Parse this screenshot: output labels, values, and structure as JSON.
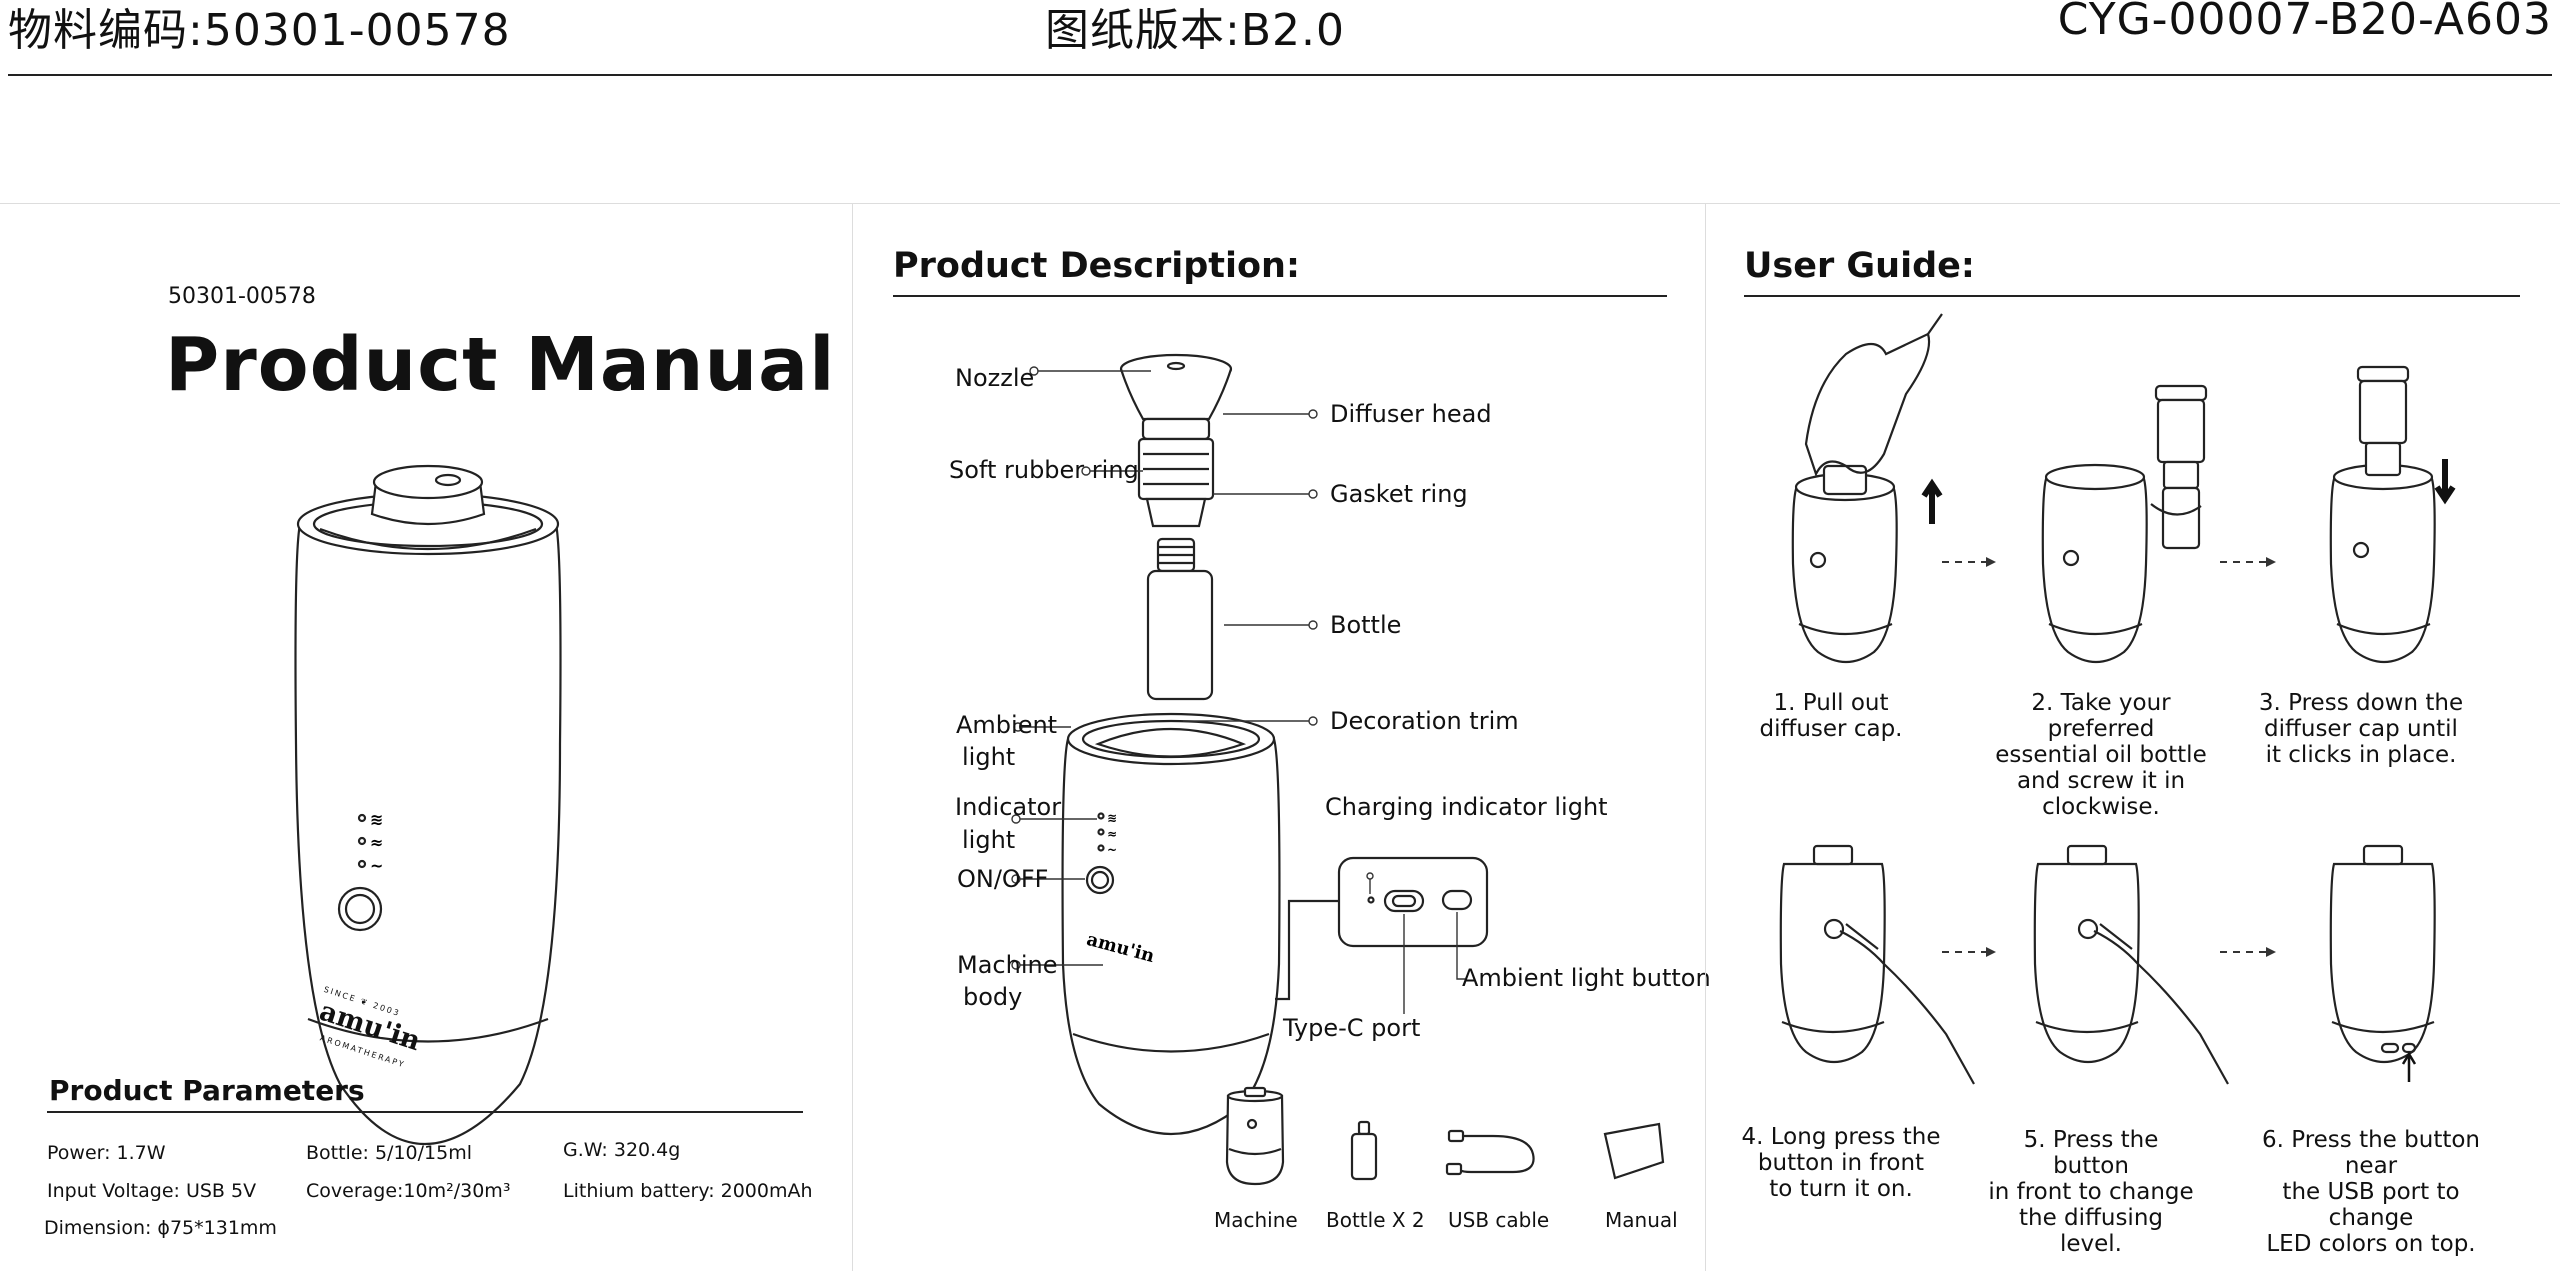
{
  "header": {
    "material_code": "物料编码:50301-00578",
    "drawing_version": "图纸版本:B2.0",
    "doc_code": "CYG-00007-B20-A603"
  },
  "cover": {
    "part_number": "50301-00578",
    "title": "Product Manual",
    "brand": {
      "since": "SINCE",
      "year": "2003",
      "name": "amu'in",
      "tagline": "AROMATHERAPY"
    }
  },
  "parameters": {
    "title": "Product Parameters",
    "power": "Power:  1.7W",
    "bottle": "Bottle: 5/10/15ml",
    "gw": "G.W: 320.4g",
    "input_voltage": "Input Voltage: USB 5V",
    "coverage": "Coverage:10m²/30m³",
    "battery": "Lithium battery: 2000mAh",
    "dimension": "Dimension: ϕ75*131mm"
  },
  "description": {
    "title": "Product Description:",
    "labels": {
      "nozzle": "Nozzle",
      "diffuser_head": "Diffuser head",
      "soft_rubber_ring": "Soft rubber ring",
      "gasket_ring": "Gasket ring",
      "bottle": "Bottle",
      "ambient_light_1": "Ambient",
      "ambient_light_2": "light",
      "decoration_trim": "Decoration trim",
      "indicator_light_1": "Indicator",
      "indicator_light_2": "light",
      "charging_indicator_light": "Charging indicator light",
      "on_off": "ON/OFF",
      "machine_body_1": "Machine",
      "machine_body_2": "body",
      "ambient_light_button": "Ambient light button",
      "type_c_port": "Type-C port"
    },
    "contents": {
      "machine": "Machine",
      "bottle_x2": "Bottle X 2",
      "usb_cable": "USB cable",
      "manual": "Manual"
    }
  },
  "guide": {
    "title": "User Guide:",
    "steps": [
      "1. Pull out\ndiffuser cap.",
      "2. Take your preferred\nessential oil bottle\nand screw it in\nclockwise.",
      "3. Press down the\ndiffuser cap until\nit clicks in place.",
      "4. Long press the\nbutton in front\nto turn it on.",
      "5. Press the button\nin front to change\nthe diffusing level.",
      "6. Press the button near\nthe USB port to change\nLED colors on top."
    ]
  }
}
